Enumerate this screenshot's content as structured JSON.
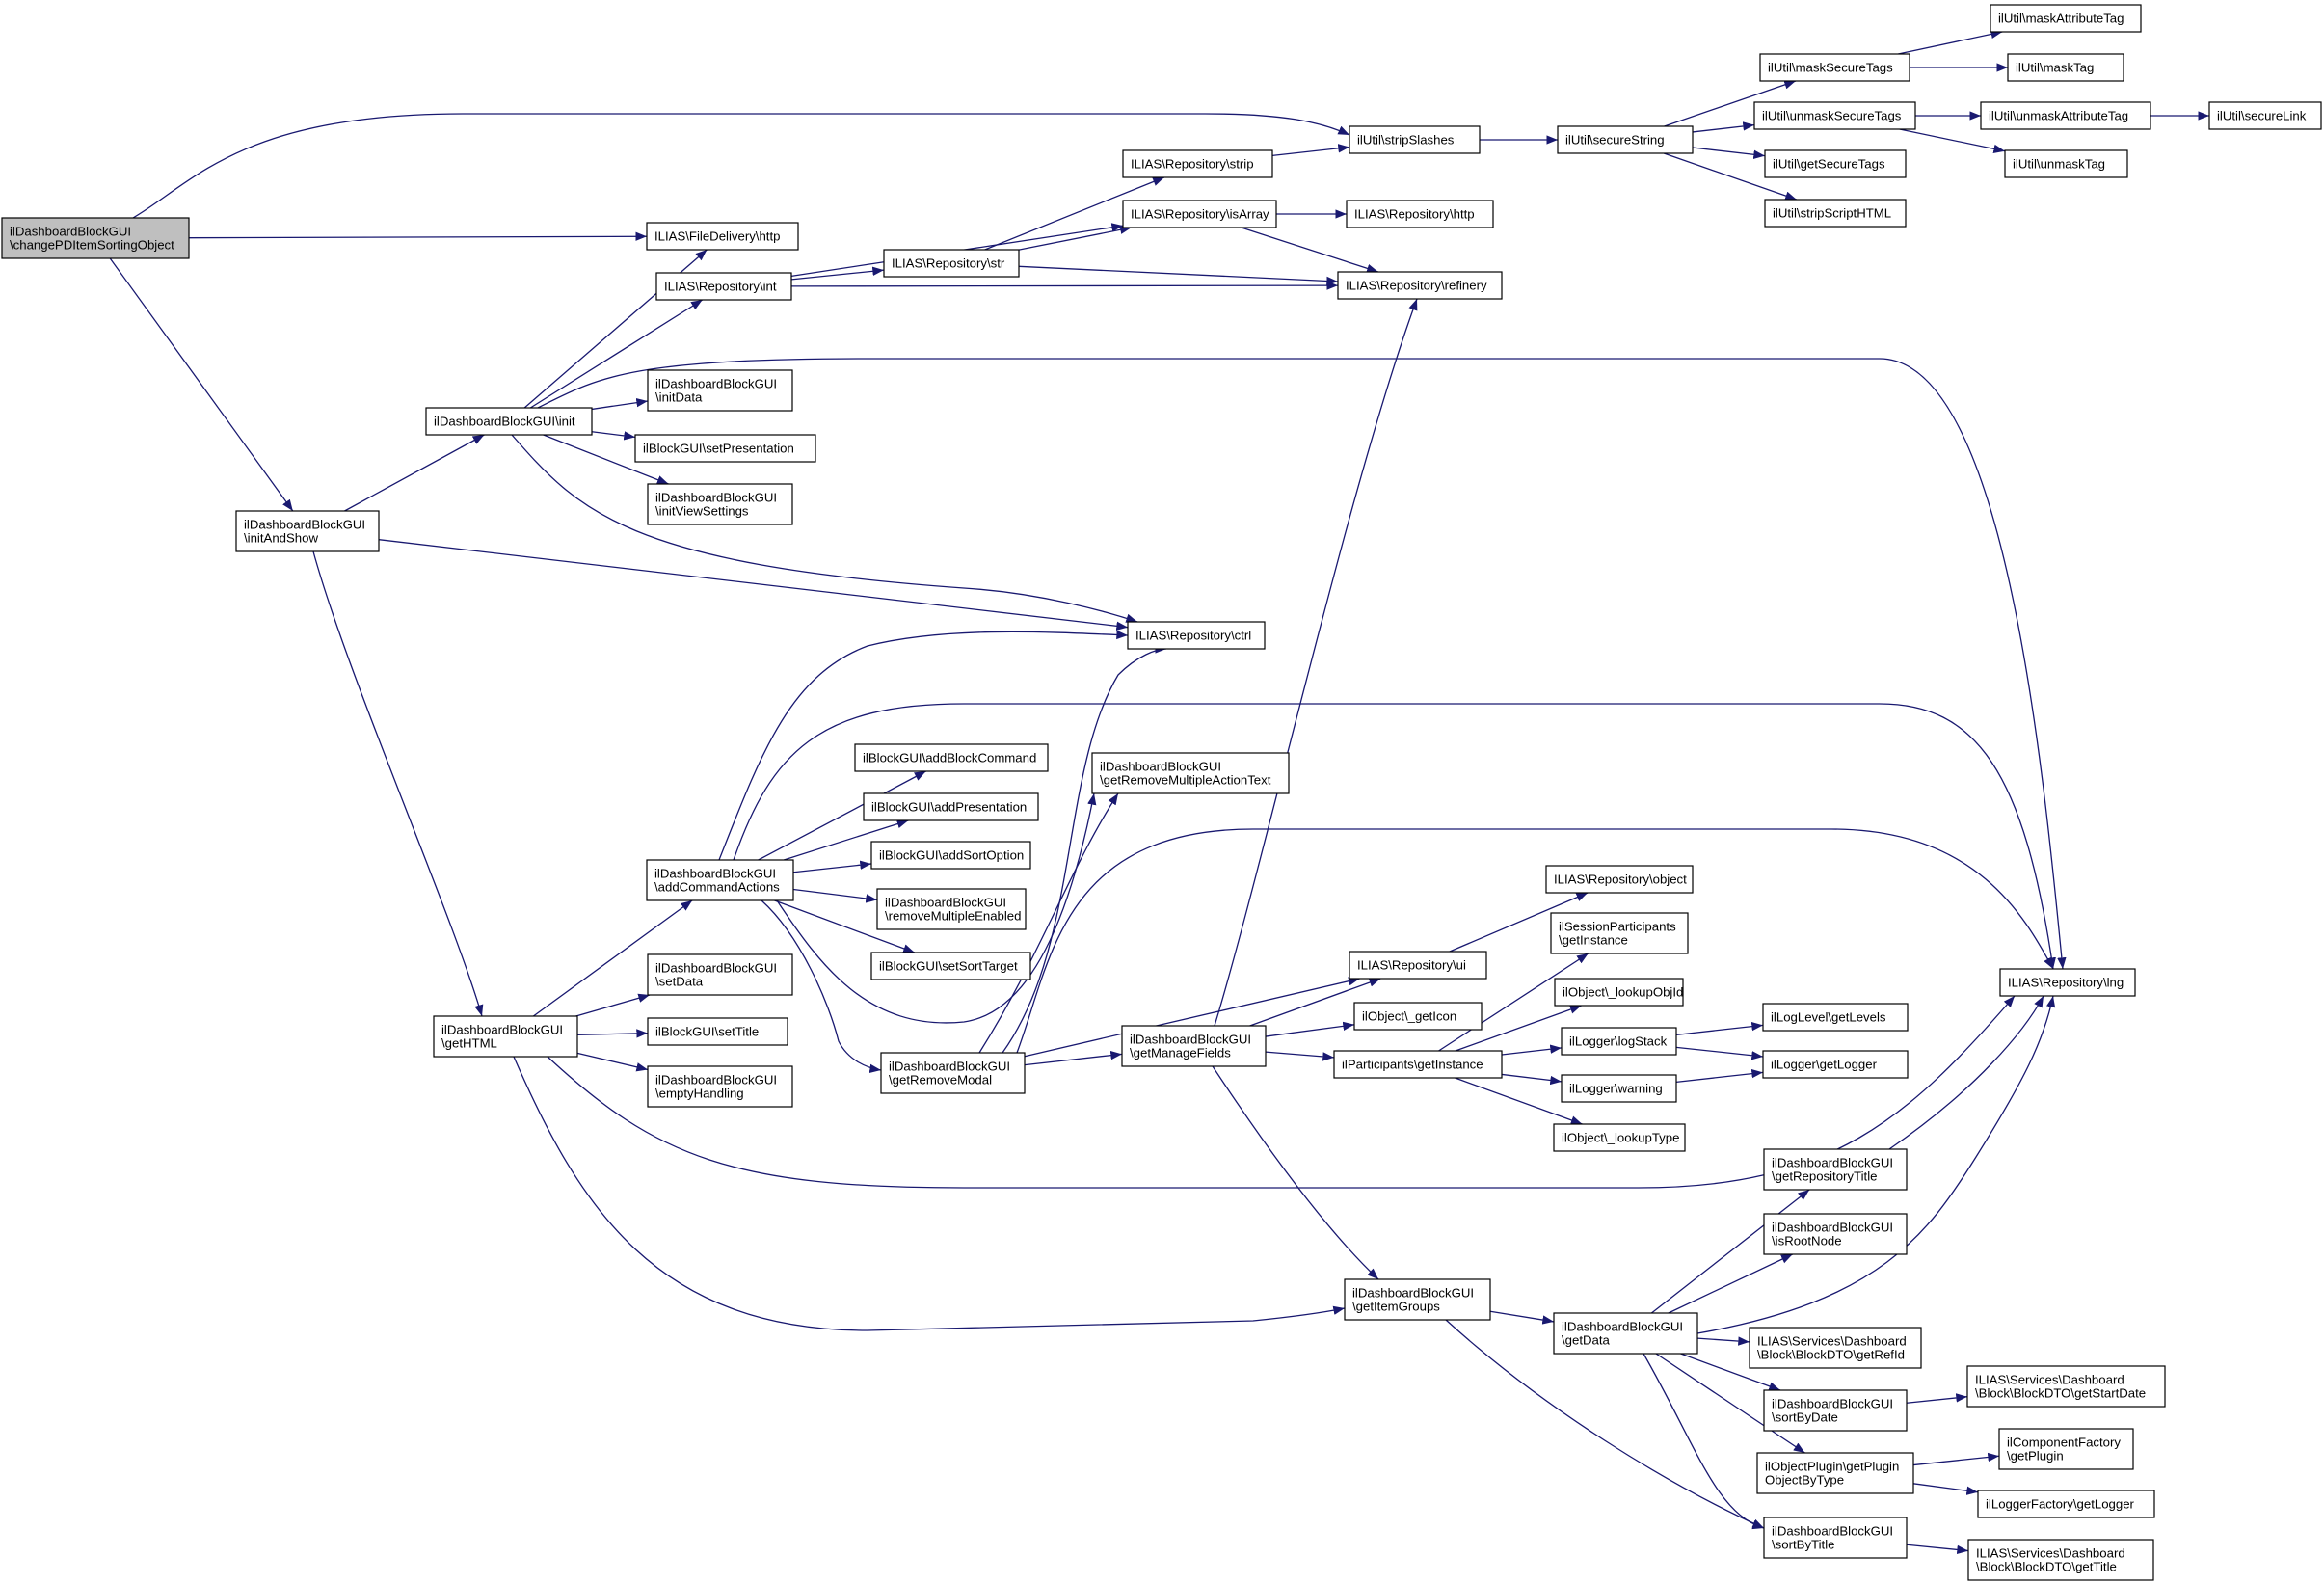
{
  "graph": {
    "type": "call-graph",
    "colors": {
      "edge": "#191970",
      "node_border": "#000000",
      "node_fill": "#ffffff",
      "root_fill": "#bfbfbf"
    },
    "nodes": [
      {
        "id": "root",
        "lines": [
          "ilDashboardBlockGUI",
          "\\changePDItemSortingObject"
        ],
        "root": true
      },
      {
        "id": "fdhttp",
        "lines": [
          "ILIAS\\FileDelivery\\http"
        ]
      },
      {
        "id": "initAndShow",
        "lines": [
          "ilDashboardBlockGUI",
          "\\initAndShow"
        ]
      },
      {
        "id": "init",
        "lines": [
          "ilDashboardBlockGUI\\init"
        ]
      },
      {
        "id": "rint",
        "lines": [
          "ILIAS\\Repository\\int"
        ]
      },
      {
        "id": "initData",
        "lines": [
          "ilDashboardBlockGUI",
          "\\initData"
        ]
      },
      {
        "id": "setPresentation",
        "lines": [
          "ilBlockGUI\\setPresentation"
        ]
      },
      {
        "id": "initViewSettings",
        "lines": [
          "ilDashboardBlockGUI",
          "\\initViewSettings"
        ]
      },
      {
        "id": "rstr",
        "lines": [
          "ILIAS\\Repository\\str"
        ]
      },
      {
        "id": "rstrip",
        "lines": [
          "ILIAS\\Repository\\strip"
        ]
      },
      {
        "id": "risArray",
        "lines": [
          "ILIAS\\Repository\\isArray"
        ]
      },
      {
        "id": "rhttp",
        "lines": [
          "ILIAS\\Repository\\http"
        ]
      },
      {
        "id": "rrefinery",
        "lines": [
          "ILIAS\\Repository\\refinery"
        ]
      },
      {
        "id": "stripSlashes",
        "lines": [
          "ilUtil\\stripSlashes"
        ]
      },
      {
        "id": "secureString",
        "lines": [
          "ilUtil\\secureString"
        ]
      },
      {
        "id": "maskSecureTags",
        "lines": [
          "ilUtil\\maskSecureTags"
        ]
      },
      {
        "id": "unmaskSecureTags",
        "lines": [
          "ilUtil\\unmaskSecureTags"
        ]
      },
      {
        "id": "getSecureTags",
        "lines": [
          "ilUtil\\getSecureTags"
        ]
      },
      {
        "id": "stripScriptHTML",
        "lines": [
          "ilUtil\\stripScriptHTML"
        ]
      },
      {
        "id": "maskAttributeTag",
        "lines": [
          "ilUtil\\maskAttributeTag"
        ]
      },
      {
        "id": "maskTag",
        "lines": [
          "ilUtil\\maskTag"
        ]
      },
      {
        "id": "unmaskAttributeTag",
        "lines": [
          "ilUtil\\unmaskAttributeTag"
        ]
      },
      {
        "id": "unmaskTag",
        "lines": [
          "ilUtil\\unmaskTag"
        ]
      },
      {
        "id": "secureLink",
        "lines": [
          "ilUtil\\secureLink"
        ]
      },
      {
        "id": "rctrl",
        "lines": [
          "ILIAS\\Repository\\ctrl"
        ]
      },
      {
        "id": "addCommandActions",
        "lines": [
          "ilDashboardBlockGUI",
          "\\addCommandActions"
        ]
      },
      {
        "id": "addBlockCommand",
        "lines": [
          "ilBlockGUI\\addBlockCommand"
        ]
      },
      {
        "id": "addPresentation",
        "lines": [
          "ilBlockGUI\\addPresentation"
        ]
      },
      {
        "id": "addSortOption",
        "lines": [
          "ilBlockGUI\\addSortOption"
        ]
      },
      {
        "id": "removeMultipleEnabled",
        "lines": [
          "ilDashboardBlockGUI",
          "\\removeMultipleEnabled"
        ]
      },
      {
        "id": "setSortTarget",
        "lines": [
          "ilBlockGUI\\setSortTarget"
        ]
      },
      {
        "id": "getRemoveMultipleActionText",
        "lines": [
          "ilDashboardBlockGUI",
          "\\getRemoveMultipleActionText"
        ]
      },
      {
        "id": "getHTML",
        "lines": [
          "ilDashboardBlockGUI",
          "\\getHTML"
        ]
      },
      {
        "id": "setData",
        "lines": [
          "ilDashboardBlockGUI",
          "\\setData"
        ]
      },
      {
        "id": "setTitle",
        "lines": [
          "ilBlockGUI\\setTitle"
        ]
      },
      {
        "id": "emptyHandling",
        "lines": [
          "ilDashboardBlockGUI",
          "\\emptyHandling"
        ]
      },
      {
        "id": "getRemoveModal",
        "lines": [
          "ilDashboardBlockGUI",
          "\\getRemoveModal"
        ]
      },
      {
        "id": "getManageFields",
        "lines": [
          "ilDashboardBlockGUI",
          "\\getManageFields"
        ]
      },
      {
        "id": "robject",
        "lines": [
          "ILIAS\\Repository\\object"
        ]
      },
      {
        "id": "rui",
        "lines": [
          "ILIAS\\Repository\\ui"
        ]
      },
      {
        "id": "getIcon",
        "lines": [
          "ilObject\\_getIcon"
        ]
      },
      {
        "id": "partGetInstance",
        "lines": [
          "ilParticipants\\getInstance"
        ]
      },
      {
        "id": "sessGetInstance",
        "lines": [
          "ilSessionParticipants",
          "\\getInstance"
        ]
      },
      {
        "id": "lookupObjId",
        "lines": [
          "ilObject\\_lookupObjId"
        ]
      },
      {
        "id": "logStack",
        "lines": [
          "ilLogger\\logStack"
        ]
      },
      {
        "id": "warning",
        "lines": [
          "ilLogger\\warning"
        ]
      },
      {
        "id": "lookupType",
        "lines": [
          "ilObject\\_lookupType"
        ]
      },
      {
        "id": "getLevels",
        "lines": [
          "ilLogLevel\\getLevels"
        ]
      },
      {
        "id": "getLogger",
        "lines": [
          "ilLogger\\getLogger"
        ]
      },
      {
        "id": "rlng",
        "lines": [
          "ILIAS\\Repository\\lng"
        ]
      },
      {
        "id": "getItemGroups",
        "lines": [
          "ilDashboardBlockGUI",
          "\\getItemGroups"
        ]
      },
      {
        "id": "getData",
        "lines": [
          "ilDashboardBlockGUI",
          "\\getData"
        ]
      },
      {
        "id": "getRepositoryTitle",
        "lines": [
          "ilDashboardBlockGUI",
          "\\getRepositoryTitle"
        ]
      },
      {
        "id": "isRootNode",
        "lines": [
          "ilDashboardBlockGUI",
          "\\isRootNode"
        ]
      },
      {
        "id": "getRefId",
        "lines": [
          "ILIAS\\Services\\Dashboard",
          "\\Block\\BlockDTO\\getRefId"
        ]
      },
      {
        "id": "sortByDate",
        "lines": [
          "ilDashboardBlockGUI",
          "\\sortByDate"
        ]
      },
      {
        "id": "getStartDate",
        "lines": [
          "ILIAS\\Services\\Dashboard",
          "\\Block\\BlockDTO\\getStartDate"
        ]
      },
      {
        "id": "getPluginObjectByType",
        "lines": [
          "ilObjectPlugin\\getPlugin",
          "ObjectByType"
        ]
      },
      {
        "id": "compGetPlugin",
        "lines": [
          "ilComponentFactory",
          "\\getPlugin"
        ]
      },
      {
        "id": "lfGetLogger",
        "lines": [
          "ilLoggerFactory\\getLogger"
        ]
      },
      {
        "id": "sortByTitle",
        "lines": [
          "ilDashboardBlockGUI",
          "\\sortByTitle"
        ]
      },
      {
        "id": "getTitle",
        "lines": [
          "ILIAS\\Services\\Dashboard",
          "\\Block\\BlockDTO\\getTitle"
        ]
      }
    ],
    "edges": [
      [
        "root",
        "stripSlashes"
      ],
      [
        "root",
        "fdhttp"
      ],
      [
        "root",
        "initAndShow"
      ],
      [
        "init",
        "fdhttp"
      ],
      [
        "init",
        "rint"
      ],
      [
        "init",
        "initData"
      ],
      [
        "init",
        "setPresentation"
      ],
      [
        "init",
        "initViewSettings"
      ],
      [
        "init",
        "rctrl"
      ],
      [
        "init",
        "rlng"
      ],
      [
        "initAndShow",
        "init"
      ],
      [
        "initAndShow",
        "rctrl"
      ],
      [
        "initAndShow",
        "getHTML"
      ],
      [
        "rint",
        "risArray"
      ],
      [
        "rint",
        "rstr"
      ],
      [
        "rint",
        "rrefinery"
      ],
      [
        "rstr",
        "rstrip"
      ],
      [
        "rstr",
        "risArray"
      ],
      [
        "rstr",
        "rrefinery"
      ],
      [
        "rstrip",
        "stripSlashes"
      ],
      [
        "risArray",
        "rhttp"
      ],
      [
        "risArray",
        "rrefinery"
      ],
      [
        "stripSlashes",
        "secureString"
      ],
      [
        "secureString",
        "maskSecureTags"
      ],
      [
        "secureString",
        "unmaskSecureTags"
      ],
      [
        "secureString",
        "getSecureTags"
      ],
      [
        "secureString",
        "stripScriptHTML"
      ],
      [
        "maskSecureTags",
        "maskAttributeTag"
      ],
      [
        "maskSecureTags",
        "maskTag"
      ],
      [
        "unmaskSecureTags",
        "unmaskAttributeTag"
      ],
      [
        "unmaskSecureTags",
        "unmaskTag"
      ],
      [
        "unmaskAttributeTag",
        "secureLink"
      ],
      [
        "getHTML",
        "addCommandActions"
      ],
      [
        "getHTML",
        "setData"
      ],
      [
        "getHTML",
        "setTitle"
      ],
      [
        "getHTML",
        "emptyHandling"
      ],
      [
        "getHTML",
        "getItemGroups"
      ],
      [
        "getHTML",
        "rlng"
      ],
      [
        "addCommandActions",
        "rctrl"
      ],
      [
        "addCommandActions",
        "rlng"
      ],
      [
        "addCommandActions",
        "addBlockCommand"
      ],
      [
        "addCommandActions",
        "addPresentation"
      ],
      [
        "addCommandActions",
        "addSortOption"
      ],
      [
        "addCommandActions",
        "removeMultipleEnabled"
      ],
      [
        "addCommandActions",
        "setSortTarget"
      ],
      [
        "addCommandActions",
        "getRemoveModal"
      ],
      [
        "addCommandActions",
        "getRemoveMultipleActionText"
      ],
      [
        "getRemoveModal",
        "rctrl"
      ],
      [
        "getRemoveModal",
        "getRemoveMultipleActionText"
      ],
      [
        "getRemoveModal",
        "getManageFields"
      ],
      [
        "getRemoveModal",
        "rui"
      ],
      [
        "getRemoveModal",
        "rlng"
      ],
      [
        "getManageFields",
        "rrefinery"
      ],
      [
        "getManageFields",
        "rui"
      ],
      [
        "getManageFields",
        "getIcon"
      ],
      [
        "getManageFields",
        "partGetInstance"
      ],
      [
        "getManageFields",
        "getItemGroups"
      ],
      [
        "rui",
        "robject"
      ],
      [
        "partGetInstance",
        "sessGetInstance"
      ],
      [
        "partGetInstance",
        "lookupObjId"
      ],
      [
        "partGetInstance",
        "logStack"
      ],
      [
        "partGetInstance",
        "warning"
      ],
      [
        "partGetInstance",
        "lookupType"
      ],
      [
        "logStack",
        "getLevels"
      ],
      [
        "logStack",
        "getLogger"
      ],
      [
        "warning",
        "getLogger"
      ],
      [
        "getItemGroups",
        "getData"
      ],
      [
        "getItemGroups",
        "sortByTitle"
      ],
      [
        "getData",
        "getRepositoryTitle"
      ],
      [
        "getData",
        "isRootNode"
      ],
      [
        "getData",
        "getRefId"
      ],
      [
        "getData",
        "sortByDate"
      ],
      [
        "getData",
        "getPluginObjectByType"
      ],
      [
        "getData",
        "sortByTitle"
      ],
      [
        "getData",
        "rlng"
      ],
      [
        "getRepositoryTitle",
        "rlng"
      ],
      [
        "sortByDate",
        "getStartDate"
      ],
      [
        "getPluginObjectByType",
        "compGetPlugin"
      ],
      [
        "getPluginObjectByType",
        "lfGetLogger"
      ],
      [
        "sortByTitle",
        "getTitle"
      ]
    ]
  }
}
